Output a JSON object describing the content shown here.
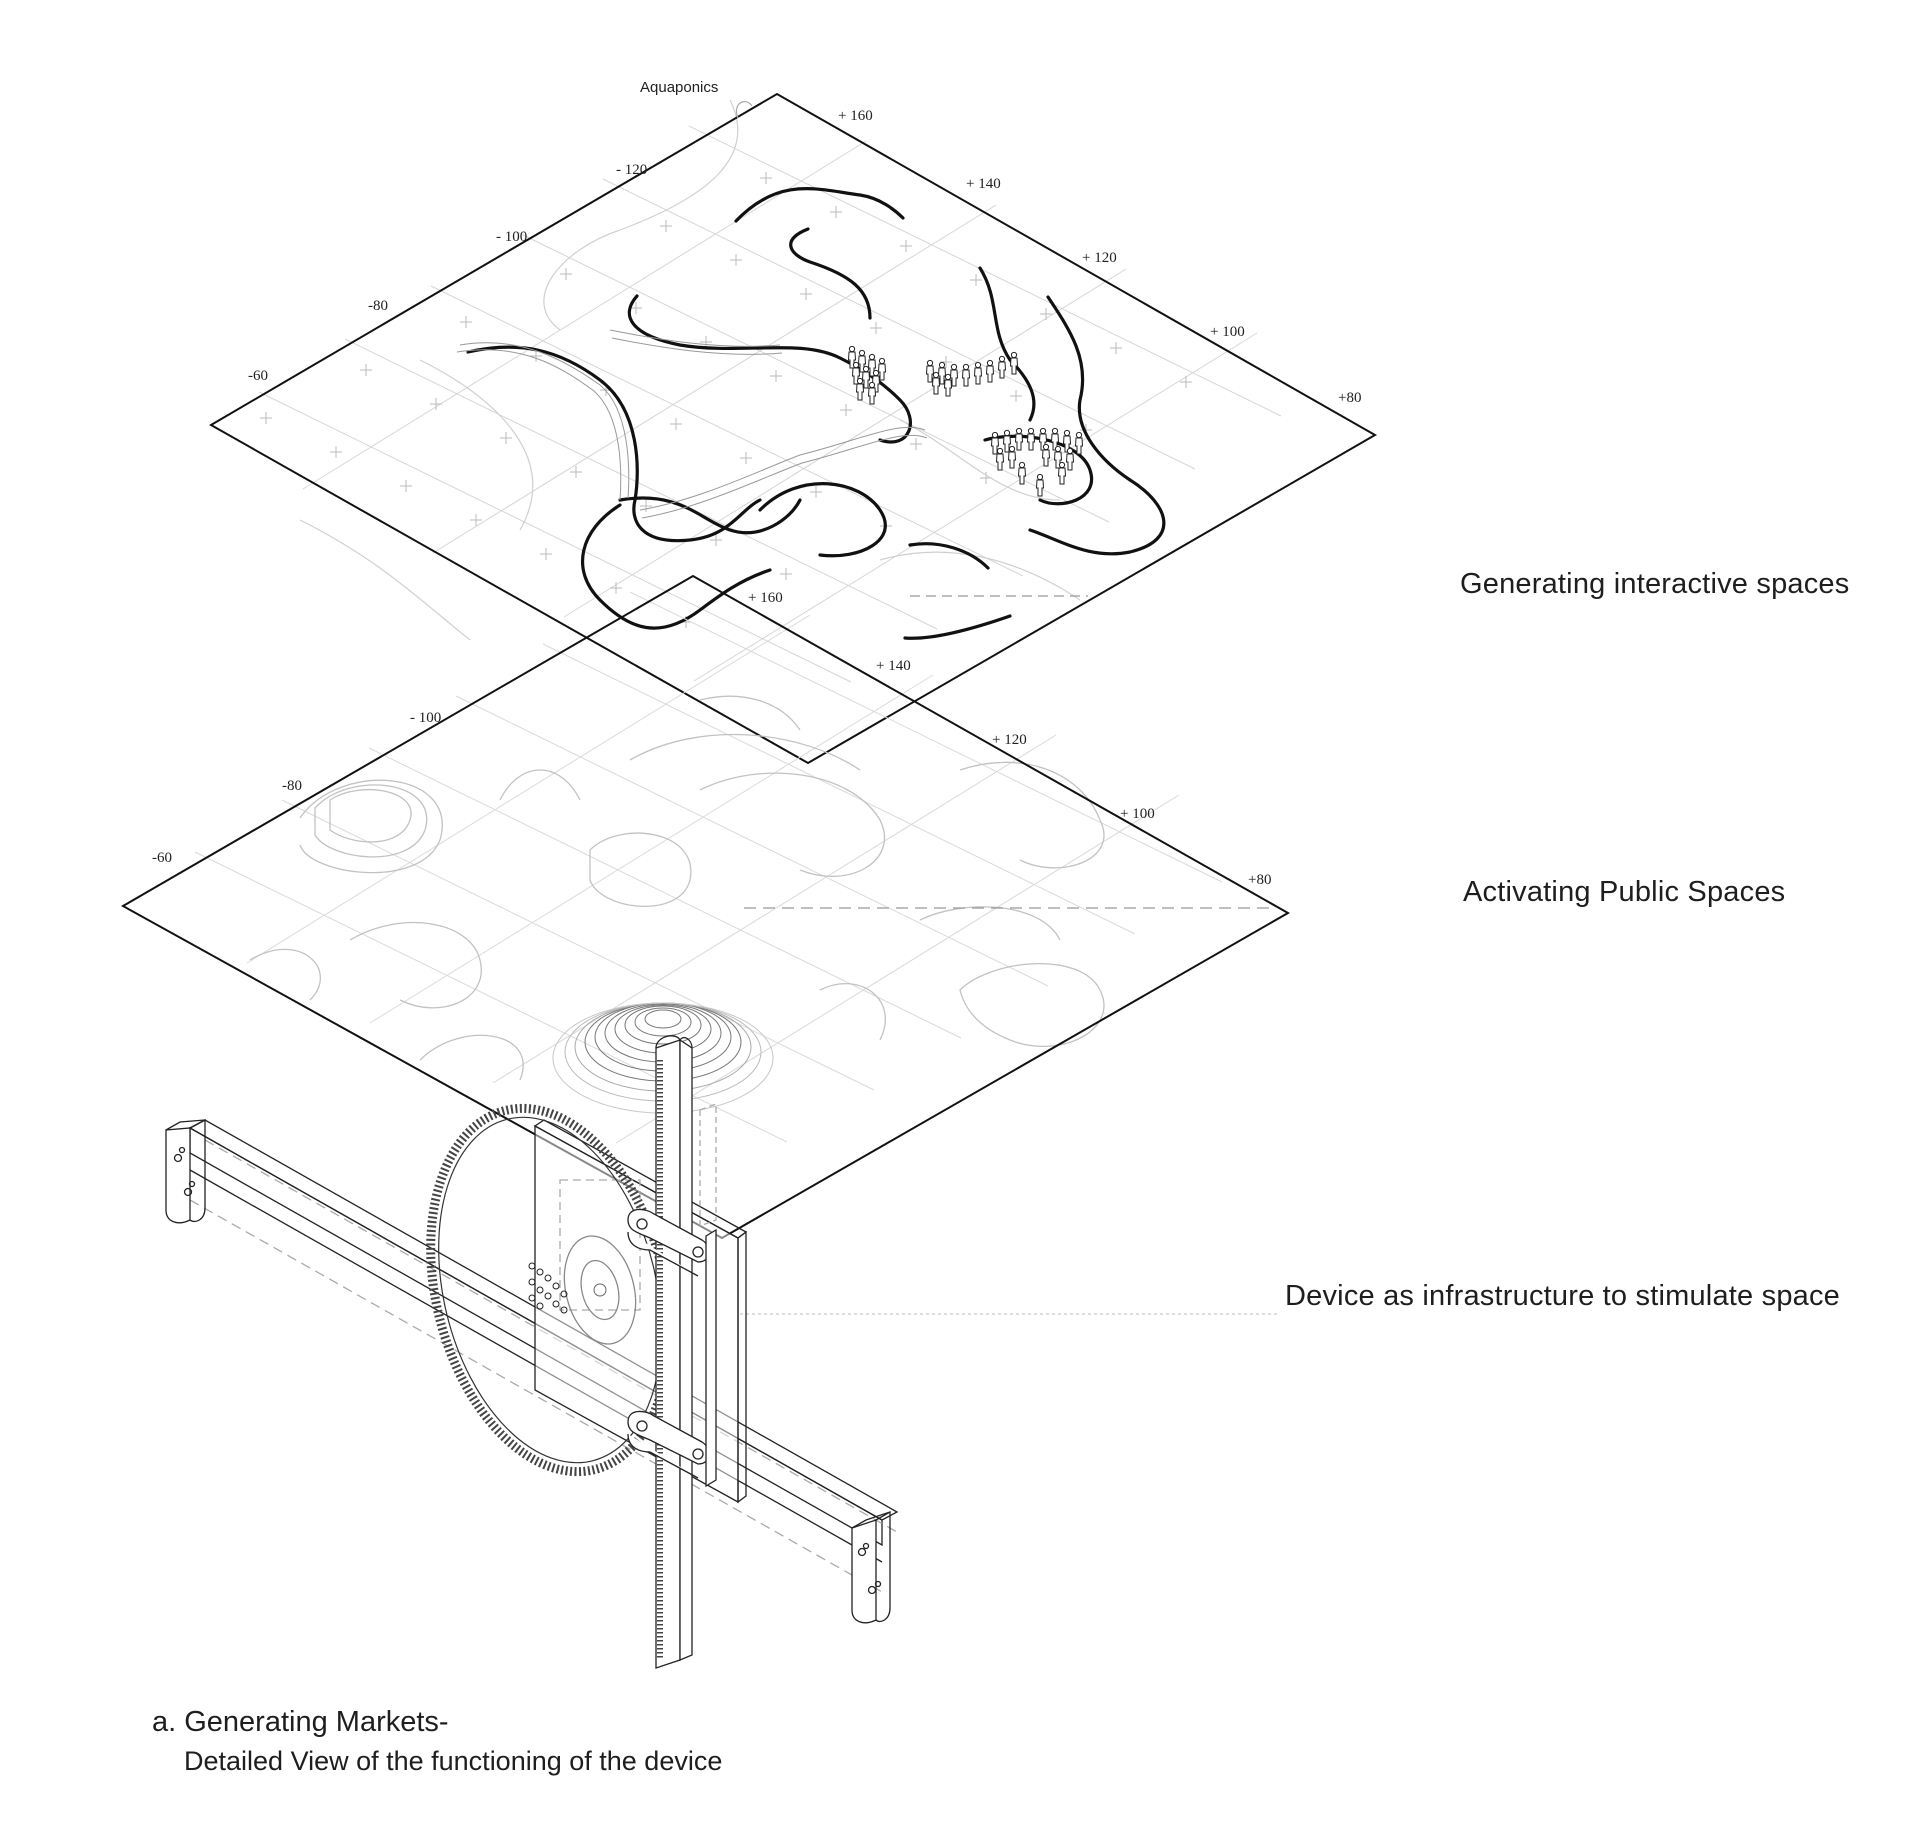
{
  "labels": {
    "layer_top": "Generating interactive spaces",
    "layer_middle": "Activating Public Spaces",
    "layer_device": "Device as infrastructure to stimulate space",
    "caption_title": "a. Generating Markets-",
    "caption_subtitle": "Detailed View of the functioning of the device",
    "aquaponics": "Aquaponics"
  },
  "top_plane_ticks": {
    "left_edge": [
      "-60",
      "-80",
      "- 100",
      "- 120"
    ],
    "right_edge": [
      "+ 160",
      "+ 140",
      "+ 120",
      "+ 100",
      "+80"
    ]
  },
  "middle_plane_ticks": {
    "left_edge": [
      "-60",
      "-80",
      "- 100"
    ],
    "right_edge": [
      "+ 160",
      "+ 140",
      "+ 120",
      "+ 100",
      "+80"
    ]
  },
  "colors": {
    "ink": "#111111",
    "grid": "#cfcfcf",
    "contour": "#bdbdbd"
  }
}
